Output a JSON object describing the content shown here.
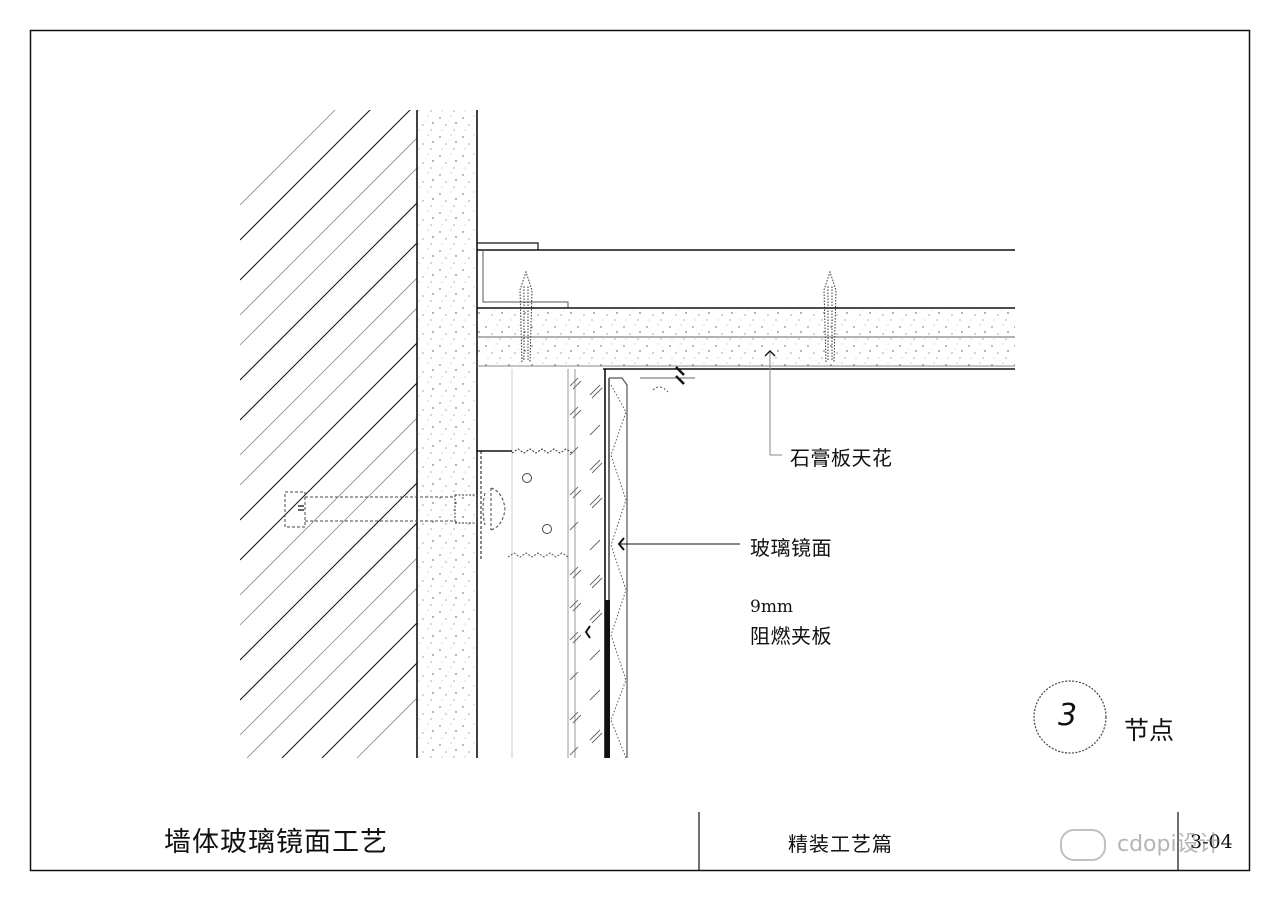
{
  "drawing": {
    "title": "墙体玻璃镜面工艺",
    "category": "精装工艺篇",
    "sheet_number": "3-04",
    "node": {
      "number": "3",
      "label": "节点"
    },
    "callouts": {
      "ceiling": "石膏板天花",
      "mirror": "玻璃镜面",
      "board_thickness": "9mm",
      "board_material": "阻燃夹板"
    },
    "watermark": "cdopi设计",
    "colors": {
      "line": "#111111",
      "hatch_light": "#8a8a8a",
      "speckle": "#555555",
      "background": "#ffffff"
    }
  }
}
